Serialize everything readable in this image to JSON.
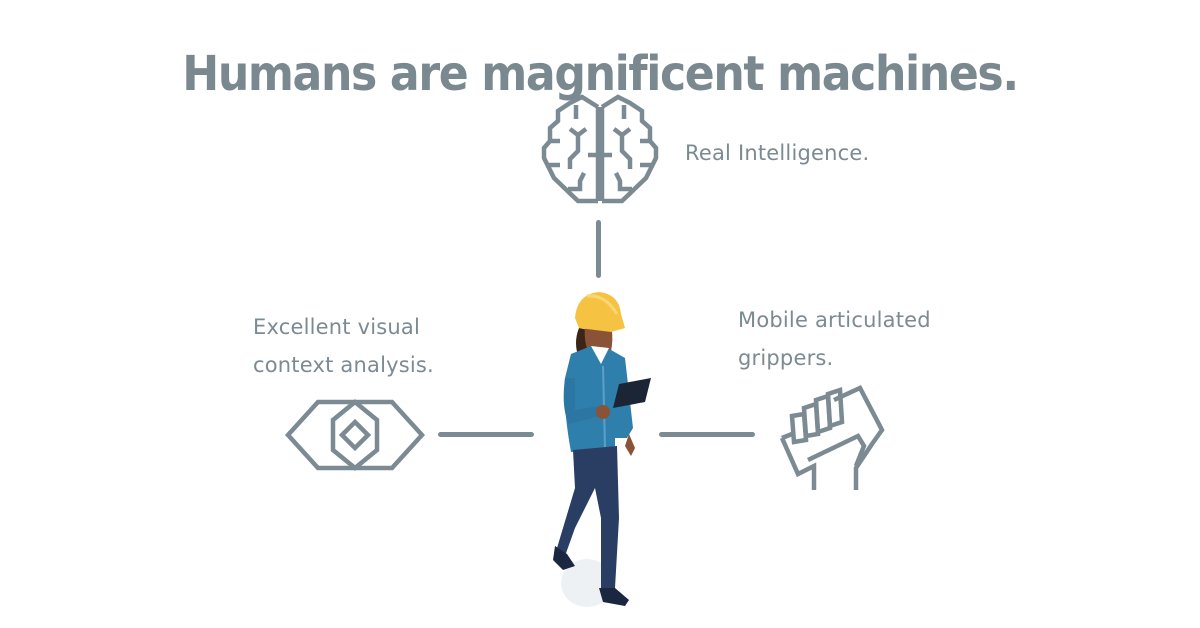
{
  "headline": "Humans are magnificent machines.",
  "features": {
    "brain": {
      "icon": "brain-icon",
      "label": "Real Intelligence."
    },
    "vision": {
      "icon": "eye-icon",
      "label_line1": "Excellent visual",
      "label_line2": "context analysis."
    },
    "hands": {
      "icon": "fist-icon",
      "label_line1": "Mobile articulated",
      "label_line2": "grippers."
    }
  },
  "figure": {
    "description": "worker-with-hardhat-and-tablet"
  },
  "colors": {
    "text": "#7a8890",
    "icon_stroke": "#7b8a93",
    "hardhat": "#f5c242",
    "jacket": "#2f7fad",
    "pants": "#2a3d63",
    "skin": "#8a5236",
    "tablet": "#1c2536"
  }
}
